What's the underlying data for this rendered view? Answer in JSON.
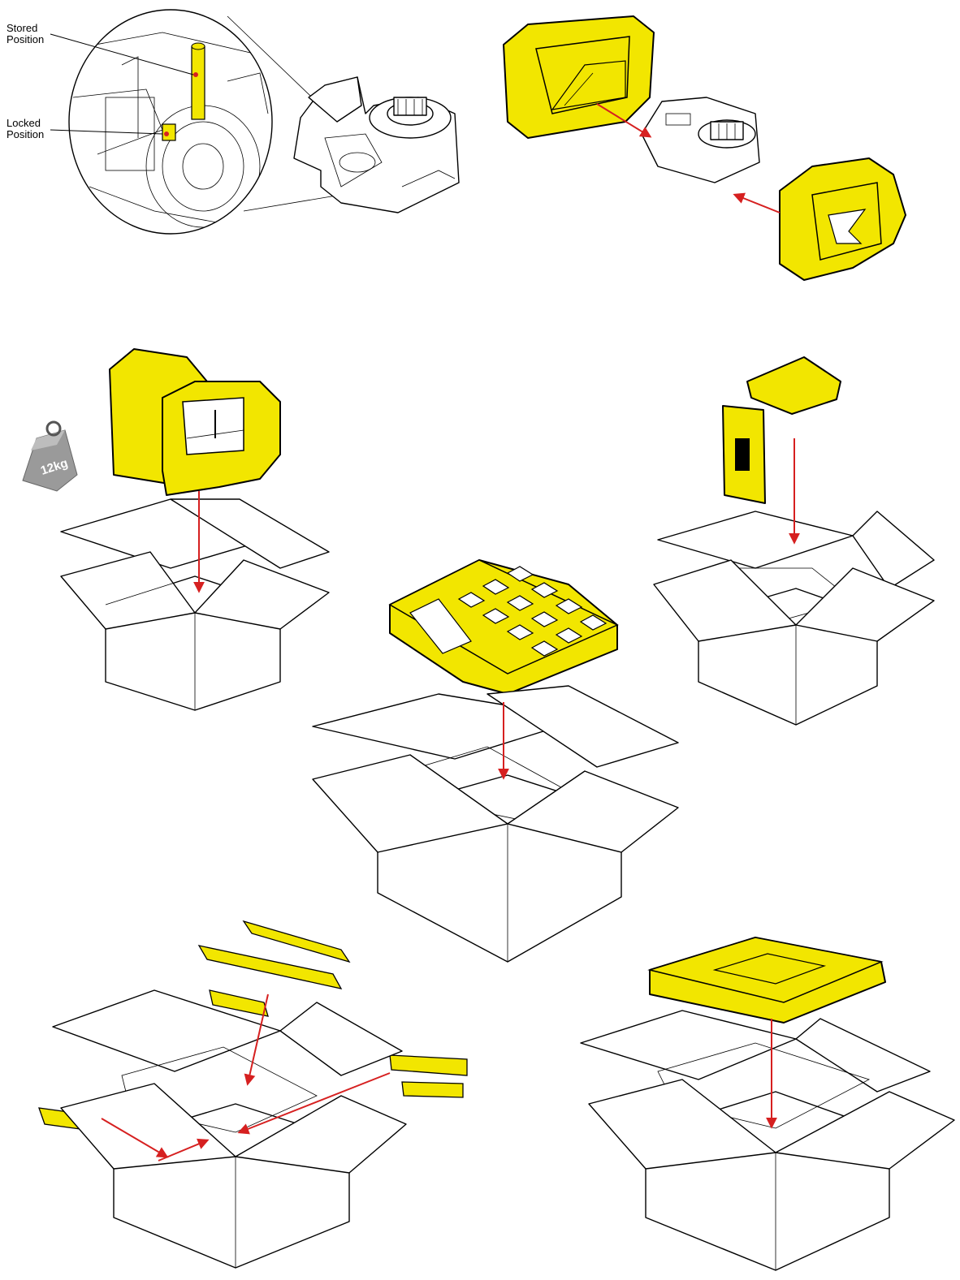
{
  "callouts": {
    "stored": [
      "Stored",
      "Position"
    ],
    "locked": [
      "Locked",
      "Position"
    ]
  },
  "weight": {
    "label": "12kg"
  },
  "colors": {
    "foam": "#f2e600",
    "foam_shade": "#c9bf00",
    "arrow": "#d62020",
    "weight": "#9a9a9a",
    "line": "#000000"
  },
  "icons": [
    "transport-lock-detail-icon",
    "instrument-icon",
    "weight-icon",
    "cardboard-box-icon",
    "foam-insert-icon",
    "arrow-icon"
  ]
}
